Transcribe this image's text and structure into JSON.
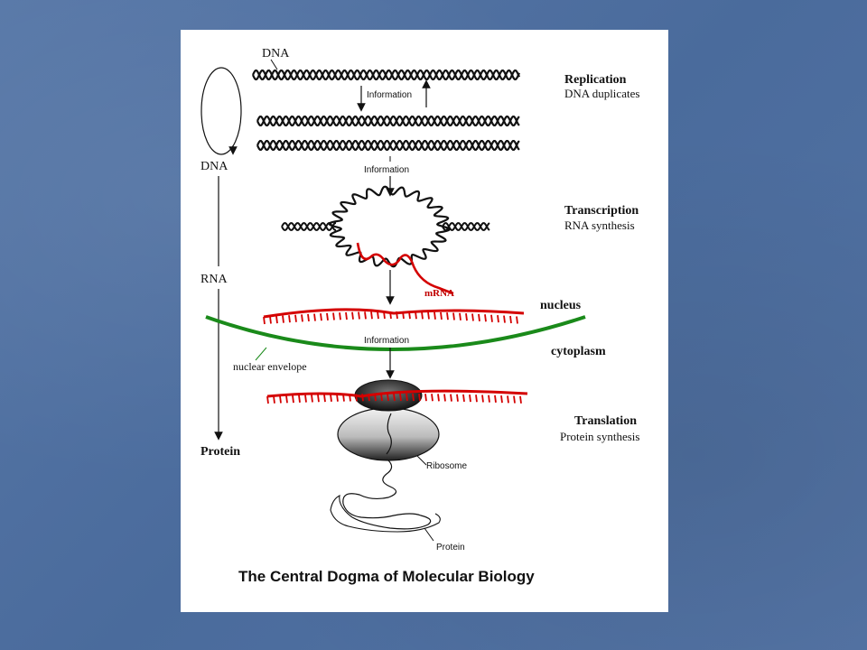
{
  "diagram": {
    "title": "The Central Dogma of Molecular Biology",
    "left_column": {
      "dna": "DNA",
      "rna": "RNA",
      "protein": "Protein"
    },
    "top_dna_label": "DNA",
    "information_label": "Information",
    "stages": {
      "replication": {
        "title": "Replication",
        "subtitle": "DNA duplicates"
      },
      "transcription": {
        "title": "Transcription",
        "subtitle": "RNA synthesis"
      },
      "translation": {
        "title": "Translation",
        "subtitle": "Protein synthesis"
      }
    },
    "mrna_label": "mRNA",
    "nucleus_label": "nucleus",
    "cytoplasm_label": "cytoplasm",
    "nuclear_envelope_label": "nuclear envelope",
    "ribosome_label": "Ribosome",
    "protein_label": "Protein",
    "colors": {
      "mrna": "#d40000",
      "nuclear_envelope": "#1a8a1a",
      "dna": "#111111"
    }
  }
}
